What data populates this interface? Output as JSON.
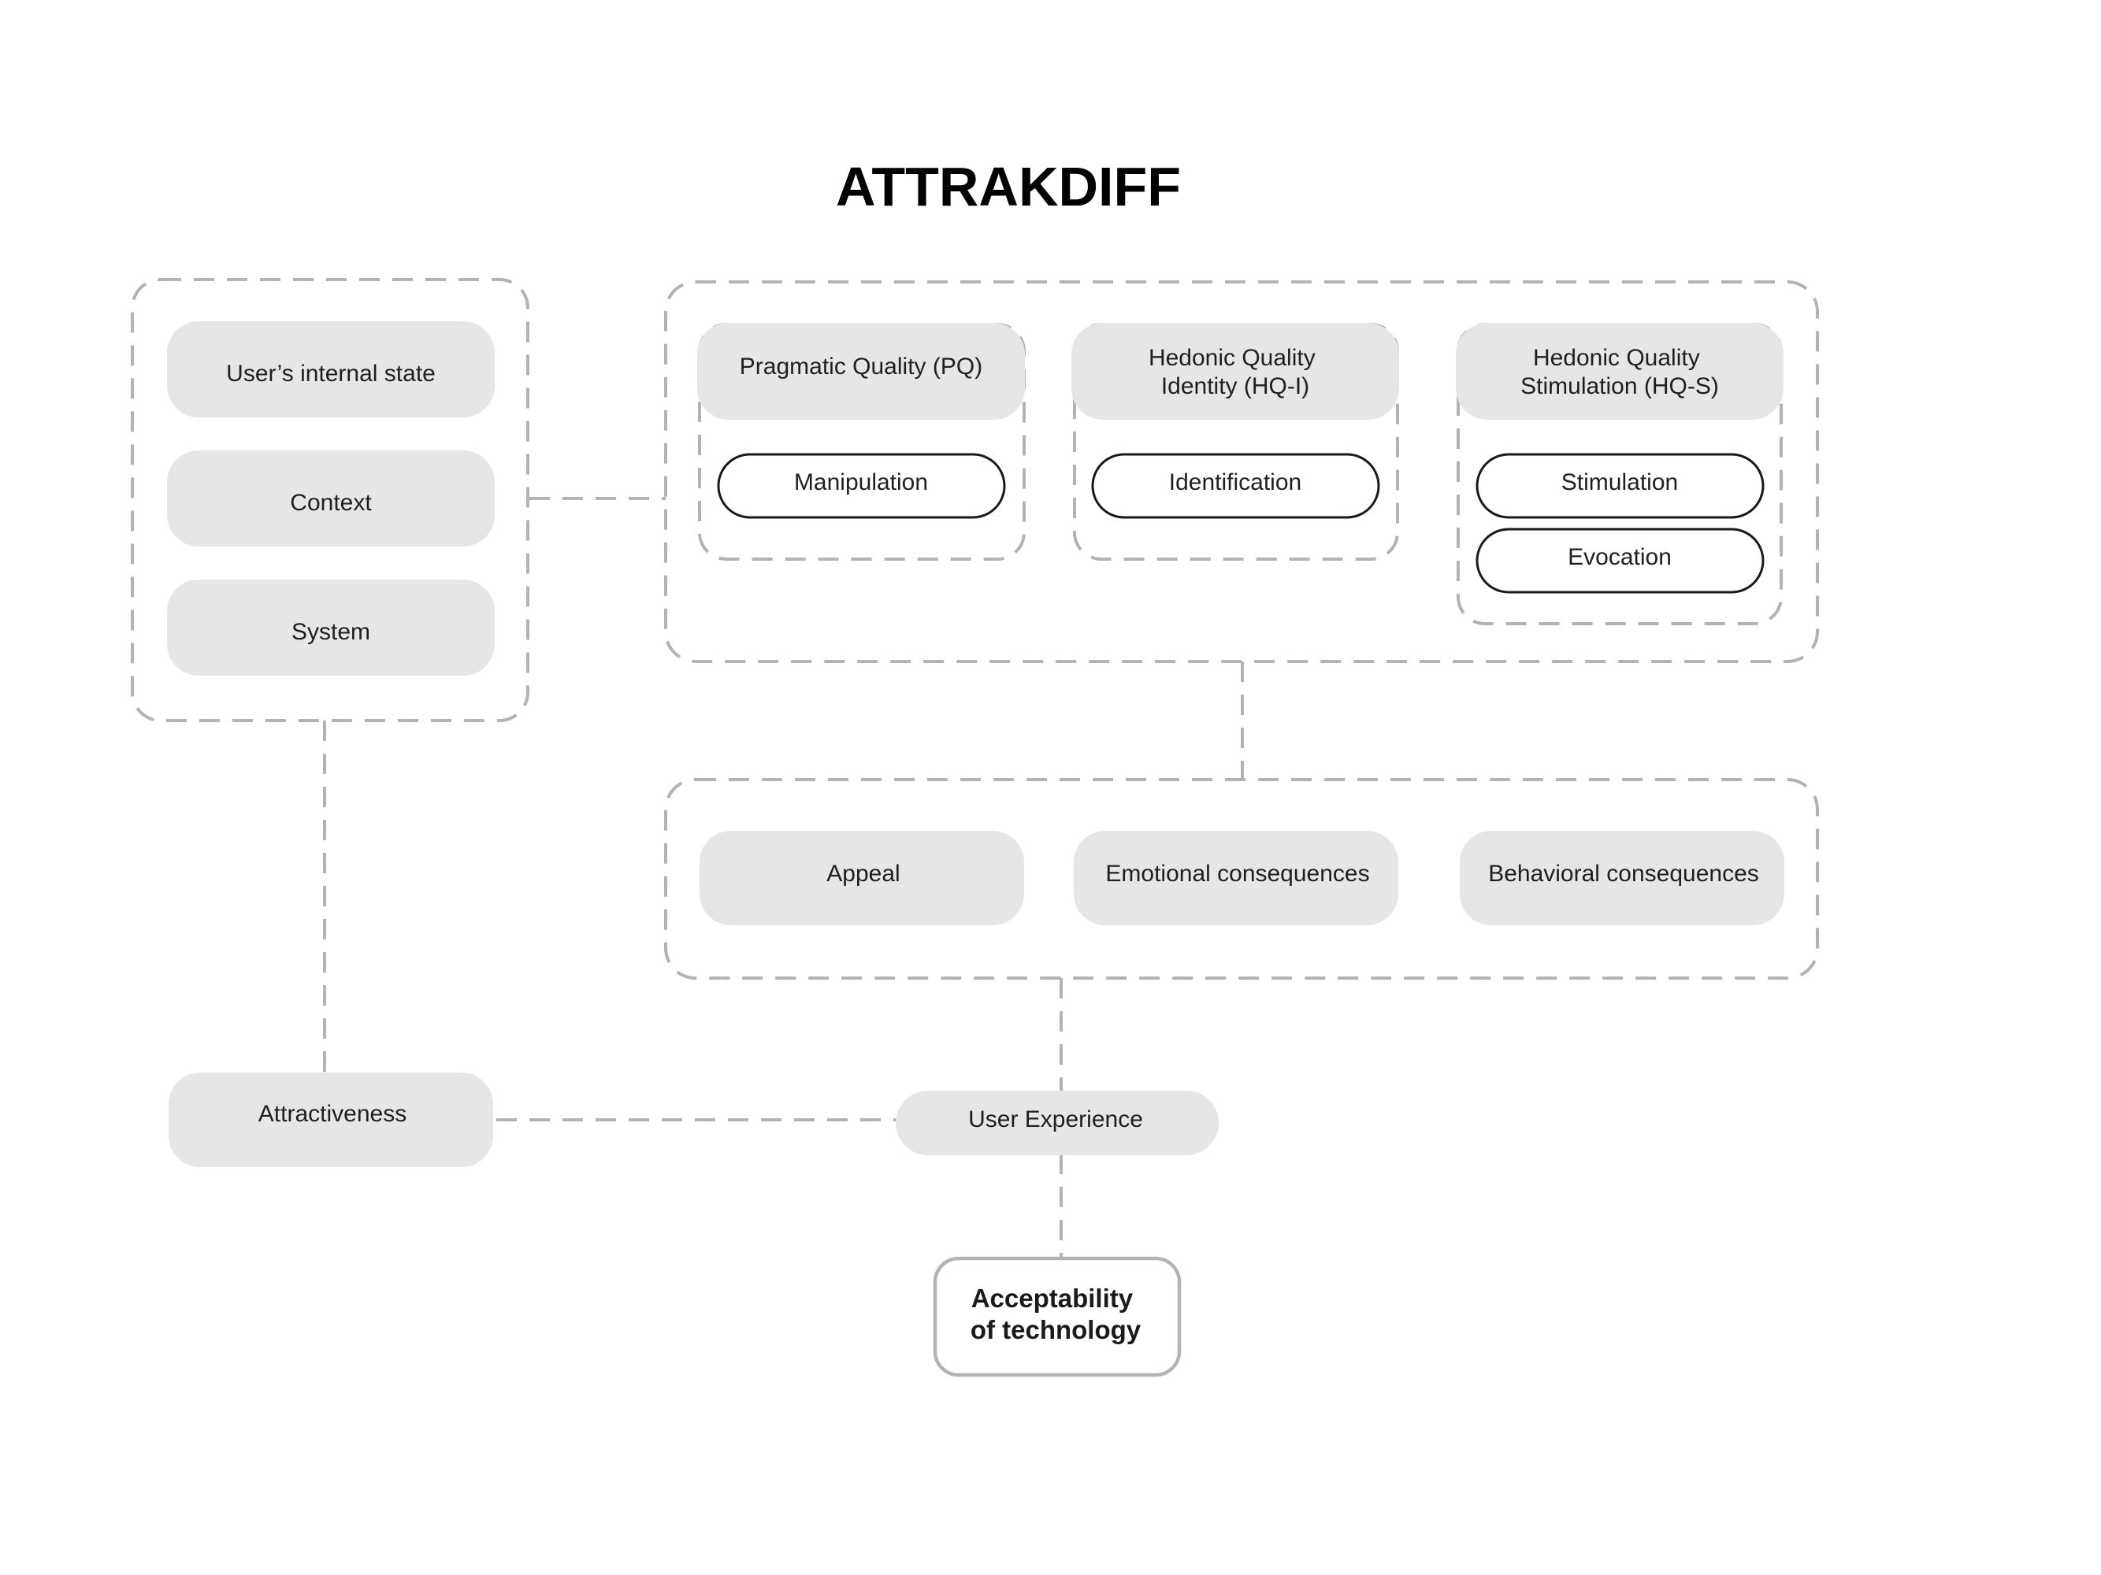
{
  "title": "ATTRAKDIFF",
  "context_group": {
    "items": [
      "User’s internal state",
      "Context",
      "System"
    ]
  },
  "qualities_group": {
    "pragmatic": {
      "header": [
        "Pragmatic Quality (PQ)"
      ],
      "items": [
        "Manipulation"
      ]
    },
    "hedonic_identity": {
      "header": [
        "Hedonic Quality",
        "Identity (HQ-I)"
      ],
      "items": [
        "Identification"
      ]
    },
    "hedonic_stimulation": {
      "header": [
        "Hedonic Quality",
        "Stimulation (HQ-S)"
      ],
      "items": [
        "Stimulation",
        "Evocation"
      ]
    }
  },
  "consequences_group": {
    "items": [
      "Appeal",
      "Emotional consequences",
      "Behavioral consequences"
    ]
  },
  "attractiveness": "Attractiveness",
  "user_experience": "User Experience",
  "acceptability": [
    "Acceptability",
    "of technology"
  ],
  "colors": {
    "pill_fill": "#e6e6e6",
    "dashed_stroke": "#b3b3b3",
    "outline_stroke": "#1a1a1a"
  }
}
